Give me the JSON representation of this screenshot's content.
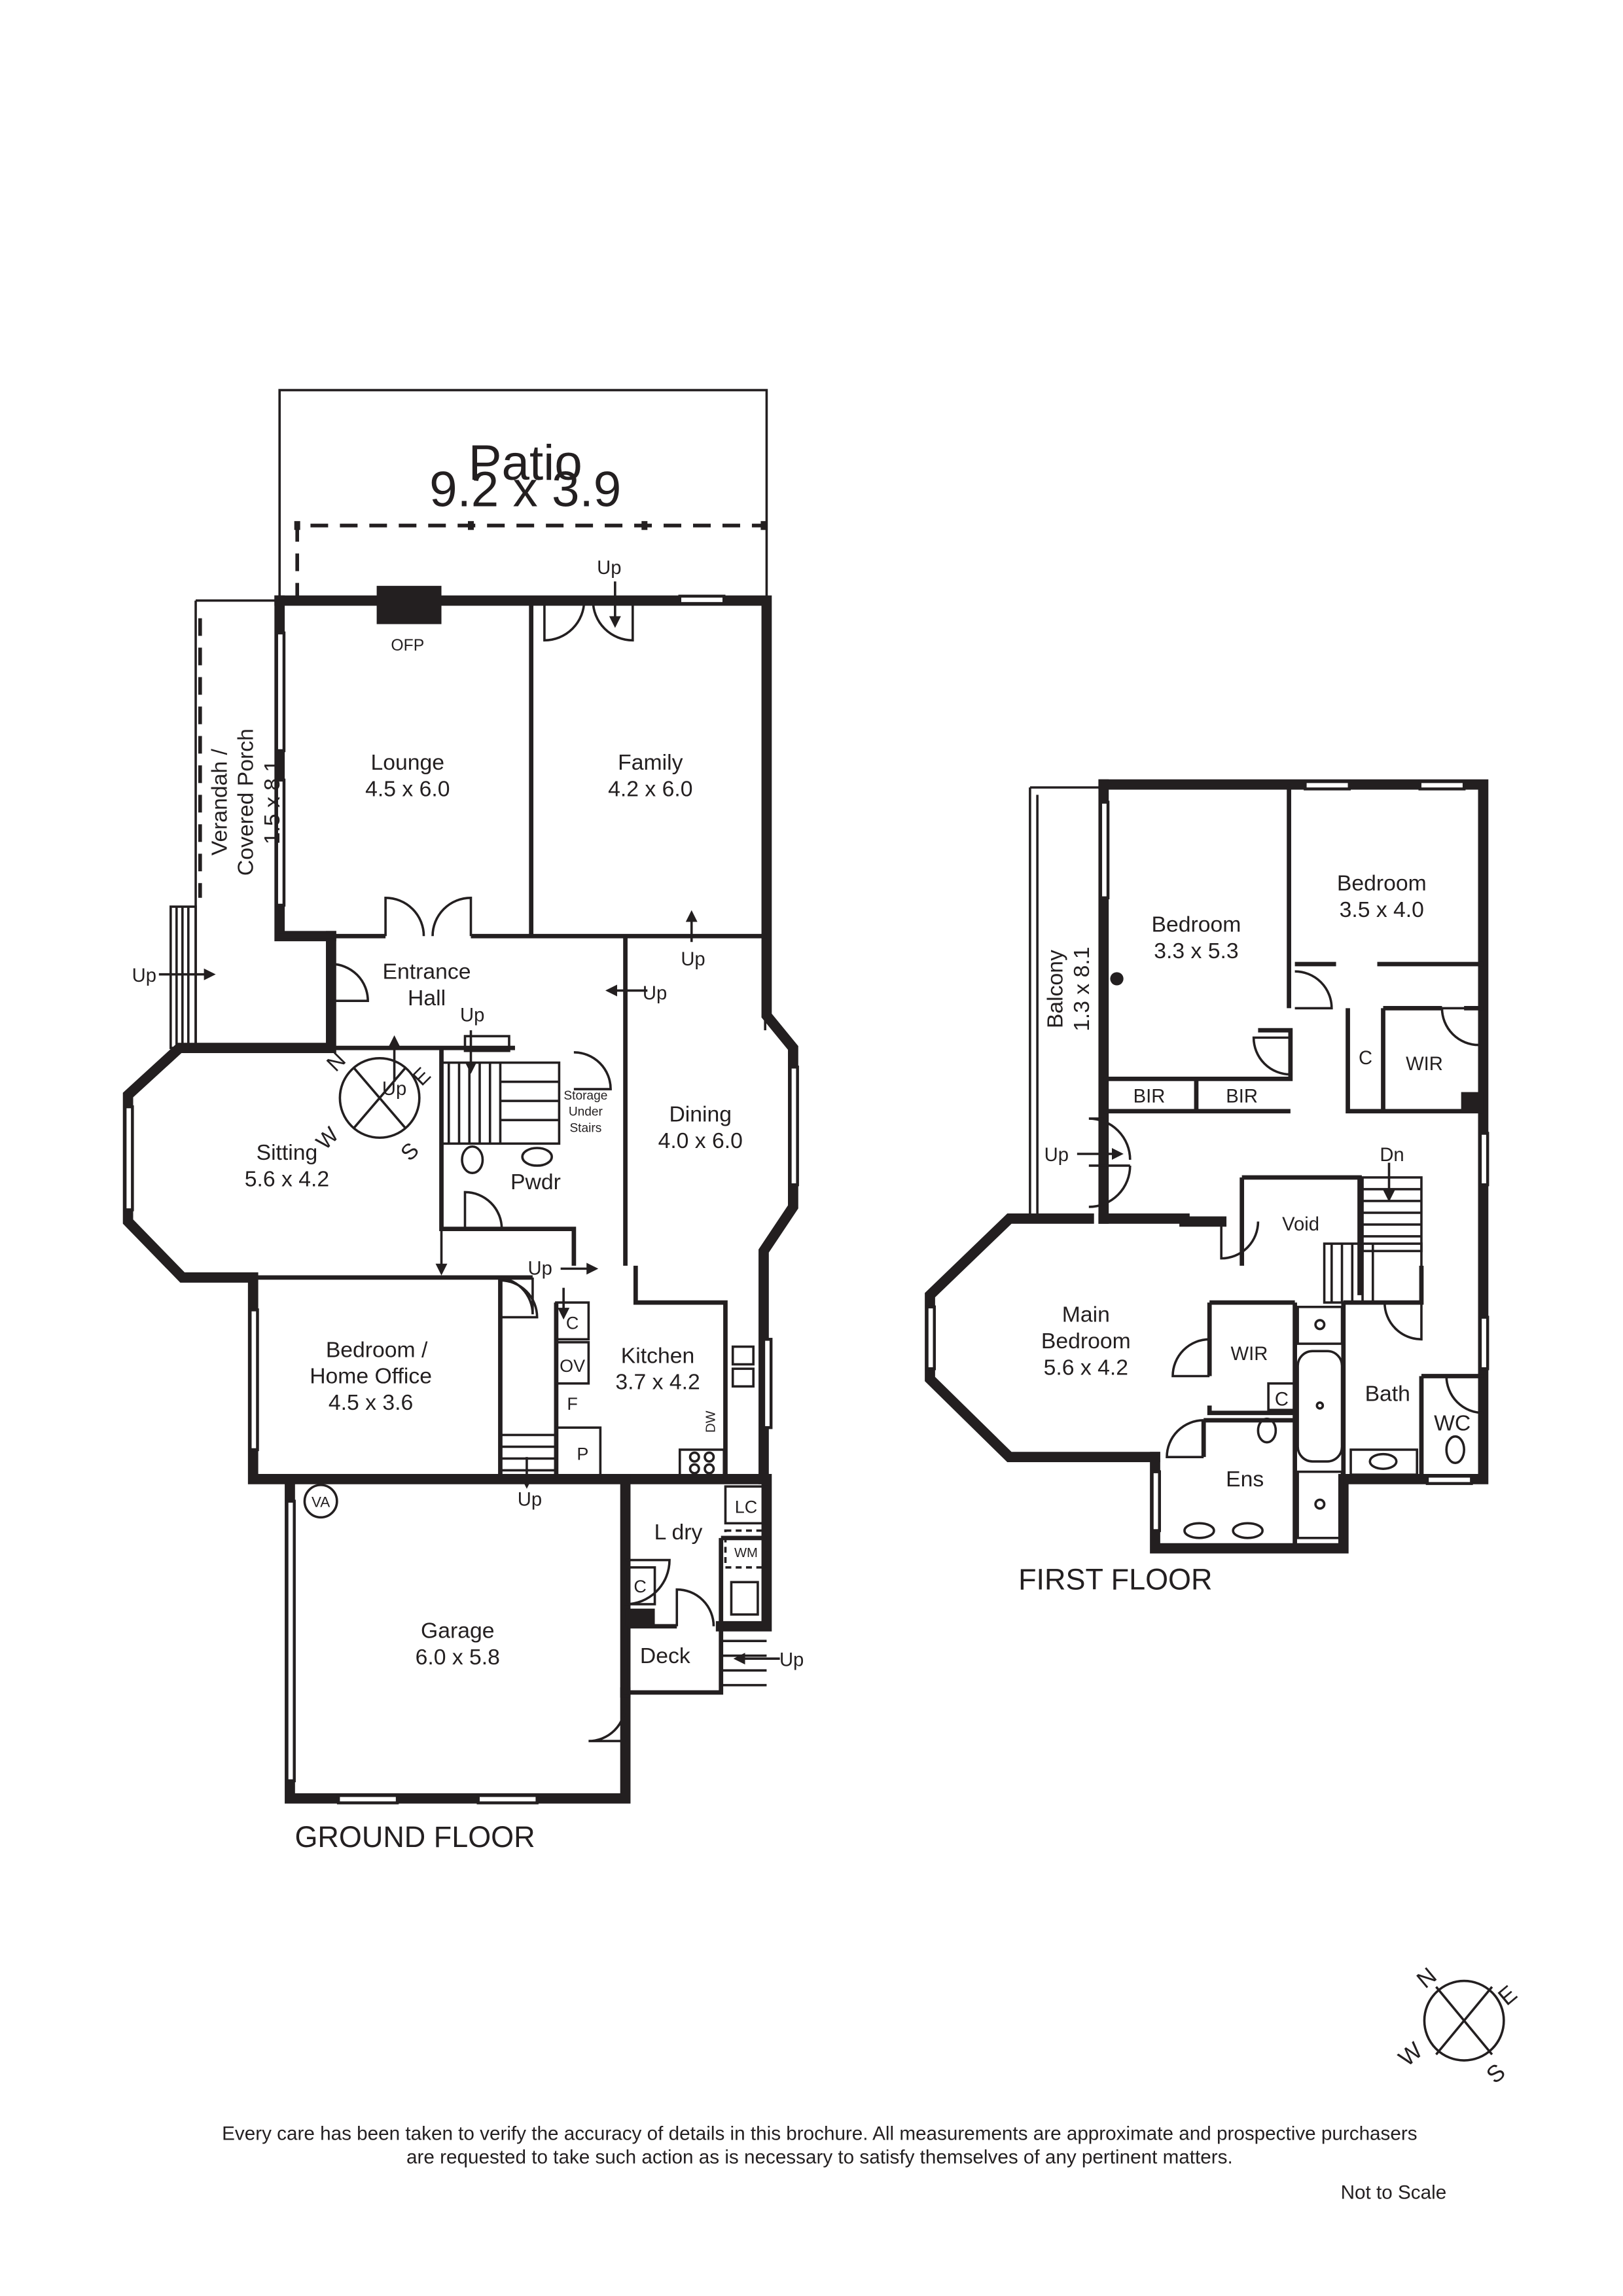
{
  "colors": {
    "ink": "#231f20",
    "background": "#ffffff"
  },
  "ground_floor": {
    "title": "GROUND FLOOR",
    "patio": {
      "name": "Patio",
      "size": "9.2 x 3.9"
    },
    "verandah": {
      "name_line1": "Verandah /",
      "name_line2": "Covered Porch",
      "size": "1.5 x 8.1"
    },
    "lounge": {
      "name": "Lounge",
      "size": "4.5 x 6.0"
    },
    "family": {
      "name": "Family",
      "size": "4.2 x 6.0"
    },
    "entrance_hall": {
      "name_line1": "Entrance",
      "name_line2": "Hall"
    },
    "sitting": {
      "name": "Sitting",
      "size": "5.6 x 4.2"
    },
    "dining": {
      "name": "Dining",
      "size": "4.0 x 6.0"
    },
    "bedroom_office": {
      "name_line1": "Bedroom /",
      "name_line2": "Home Office",
      "size": "4.5 x 3.6"
    },
    "kitchen": {
      "name": "Kitchen",
      "size": "3.7 x 4.2"
    },
    "garage": {
      "name": "Garage",
      "size": "6.0 x 5.8"
    },
    "laundry": "L dry",
    "deck": "Deck",
    "pwdr": "Pwdr",
    "storage": {
      "line1": "Storage",
      "line2": "Under",
      "line3": "Stairs"
    },
    "ofp": "OFP",
    "va": "VA",
    "fixtures": {
      "c": "C",
      "ov": "OV",
      "f": "F",
      "p": "P",
      "dw": "DW",
      "lc": "LC",
      "wm": "WM"
    },
    "up_label": "Up",
    "compass": {
      "n": "N",
      "e": "E",
      "s": "S",
      "w": "W"
    }
  },
  "first_floor": {
    "title": "FIRST FLOOR",
    "balcony": {
      "name": "Balcony",
      "size": "1.3 x 8.1"
    },
    "bedroom_a": {
      "name": "Bedroom",
      "size": "3.3 x 5.3"
    },
    "bedroom_b": {
      "name": "Bedroom",
      "size": "3.5 x 4.0"
    },
    "main_bedroom": {
      "name_line1": "Main",
      "name_line2": "Bedroom",
      "size": "5.6 x 4.2"
    },
    "bir": "BIR",
    "wir": "WIR",
    "c": "C",
    "void": "Void",
    "dn": "Dn",
    "up": "Up",
    "bath": "Bath",
    "wc": "WC",
    "ens": "Ens"
  },
  "compass_rose": {
    "n": "N",
    "e": "E",
    "s": "S",
    "w": "W"
  },
  "disclaimer": {
    "line1": "Every care has been taken to verify the accuracy of details in this brochure. All measurements are approximate and prospective purchasers",
    "line2": "are requested to take such action as is necessary to satisfy themselves of any pertinent matters.",
    "scale": "Not to Scale"
  }
}
